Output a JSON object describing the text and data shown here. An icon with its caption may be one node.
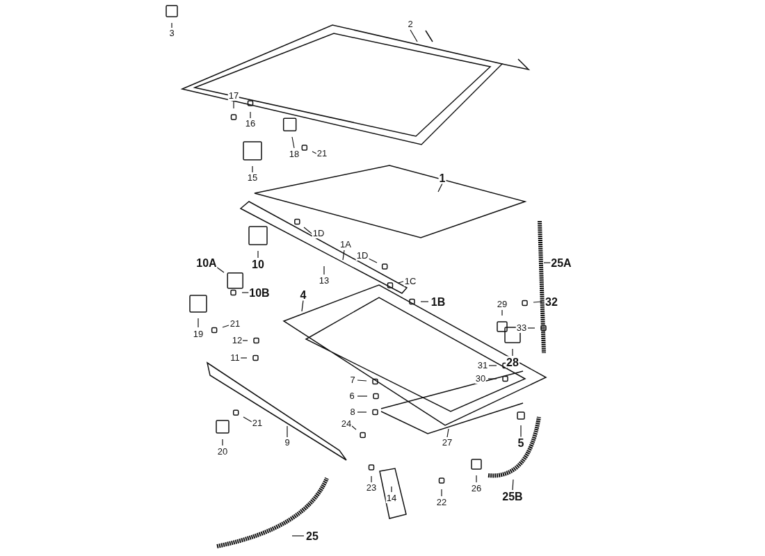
{
  "diagram": {
    "nodes": [
      {
        "text": [
          "3"
        ]
      },
      {
        "text": [
          "2"
        ]
      },
      {
        "text": [
          "17"
        ]
      },
      {
        "text": [
          "16"
        ]
      },
      {
        "text": [
          "18"
        ]
      },
      {
        "text": [
          "21"
        ]
      },
      {
        "text": [
          "15"
        ]
      },
      {
        "text": [
          "1"
        ]
      },
      {
        "text": [
          "1D"
        ]
      },
      {
        "text": [
          "1A"
        ]
      },
      {
        "text": [
          "1D"
        ]
      },
      {
        "text": [
          "10A"
        ]
      },
      {
        "text": [
          "10"
        ]
      },
      {
        "text": [
          "13"
        ]
      },
      {
        "text": [
          "1C"
        ]
      },
      {
        "text": [
          "1B"
        ]
      },
      {
        "text": [
          "10B"
        ]
      },
      {
        "text": [
          "25A"
        ]
      },
      {
        "text": [
          "4"
        ]
      },
      {
        "text": [
          "29"
        ]
      },
      {
        "text": [
          "32"
        ]
      },
      {
        "text": [
          "33"
        ]
      },
      {
        "text": [
          "19"
        ]
      },
      {
        "text": [
          "21"
        ]
      },
      {
        "text": [
          "12"
        ]
      },
      {
        "text": [
          "11"
        ]
      },
      {
        "text": [
          "28"
        ]
      },
      {
        "text": [
          "31"
        ]
      },
      {
        "text": [
          "30"
        ]
      },
      {
        "text": [
          "7"
        ]
      },
      {
        "text": [
          "6"
        ]
      },
      {
        "text": [
          "8"
        ]
      },
      {
        "text": [
          "21"
        ]
      },
      {
        "text": [
          "24"
        ]
      },
      {
        "text": [
          "9"
        ]
      },
      {
        "text": [
          "20"
        ]
      },
      {
        "text": [
          "5"
        ]
      },
      {
        "text": [
          "27"
        ]
      },
      {
        "text": [
          "23"
        ]
      },
      {
        "text": [
          "14"
        ]
      },
      {
        "text": [
          "22"
        ]
      },
      {
        "text": [
          "26"
        ]
      },
      {
        "text": [
          "25B"
        ]
      },
      {
        "text": [
          "25"
        ]
      }
    ],
    "edges": [
      {
        "from": 0,
        "to": null,
        "arrow": "none"
      },
      {
        "from": 1,
        "to": null,
        "arrow": "none"
      },
      {
        "from": 2,
        "to": null,
        "arrow": "none"
      },
      {
        "from": 3,
        "to": null,
        "arrow": "none"
      },
      {
        "from": 4,
        "to": null,
        "arrow": "none"
      },
      {
        "from": 5,
        "to": null,
        "arrow": "none"
      },
      {
        "from": 6,
        "to": null,
        "arrow": "none"
      },
      {
        "from": 7,
        "to": null,
        "arrow": "none"
      },
      {
        "from": 8,
        "to": null,
        "arrow": "none"
      },
      {
        "from": 9,
        "to": null,
        "arrow": "none"
      },
      {
        "from": 10,
        "to": null,
        "arrow": "none"
      },
      {
        "from": 11,
        "to": null,
        "arrow": "none"
      },
      {
        "from": 12,
        "to": null,
        "arrow": "none"
      },
      {
        "from": 13,
        "to": null,
        "arrow": "none"
      },
      {
        "from": 14,
        "to": null,
        "arrow": "none"
      },
      {
        "from": 15,
        "to": null,
        "arrow": "none"
      },
      {
        "from": 16,
        "to": null,
        "arrow": "none"
      },
      {
        "from": 17,
        "to": null,
        "arrow": "none"
      },
      {
        "from": 18,
        "to": null,
        "arrow": "none"
      },
      {
        "from": 19,
        "to": null,
        "arrow": "none"
      },
      {
        "from": 20,
        "to": null,
        "arrow": "none"
      },
      {
        "from": 21,
        "to": null,
        "arrow": "none"
      },
      {
        "from": 22,
        "to": null,
        "arrow": "none"
      },
      {
        "from": 23,
        "to": null,
        "arrow": "none"
      },
      {
        "from": 24,
        "to": null,
        "arrow": "none"
      },
      {
        "from": 25,
        "to": null,
        "arrow": "none"
      },
      {
        "from": 26,
        "to": null,
        "arrow": "none"
      },
      {
        "from": 27,
        "to": null,
        "arrow": "none"
      },
      {
        "from": 28,
        "to": null,
        "arrow": "none"
      },
      {
        "from": 29,
        "to": null,
        "arrow": "none"
      },
      {
        "from": 30,
        "to": null,
        "arrow": "none"
      },
      {
        "from": 31,
        "to": null,
        "arrow": "none"
      },
      {
        "from": 32,
        "to": null,
        "arrow": "none"
      },
      {
        "from": 33,
        "to": null,
        "arrow": "none"
      },
      {
        "from": 34,
        "to": null,
        "arrow": "none"
      },
      {
        "from": 35,
        "to": null,
        "arrow": "none"
      },
      {
        "from": 36,
        "to": null,
        "arrow": "none"
      },
      {
        "from": 37,
        "to": null,
        "arrow": "none"
      },
      {
        "from": 38,
        "to": null,
        "arrow": "none"
      },
      {
        "from": 39,
        "to": null,
        "arrow": "none"
      },
      {
        "from": 40,
        "to": null,
        "arrow": "none"
      },
      {
        "from": 41,
        "to": null,
        "arrow": "none"
      },
      {
        "from": 42,
        "to": null,
        "arrow": "none"
      },
      {
        "from": 43,
        "to": null,
        "arrow": "none"
      }
    ]
  }
}
